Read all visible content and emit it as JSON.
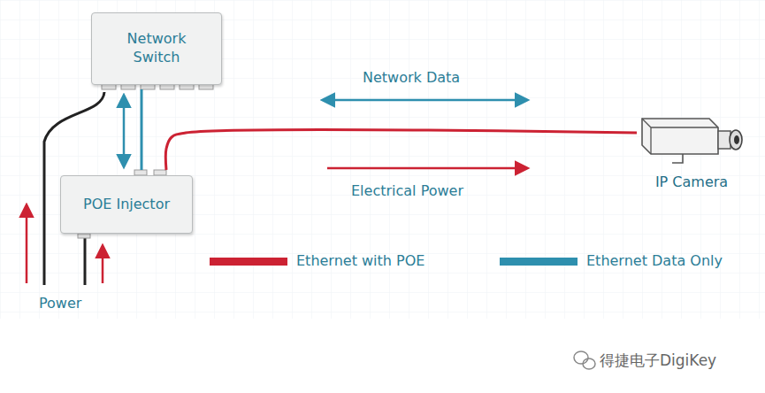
{
  "diagram": {
    "nodes": [
      {
        "text": [
          "Network Switch"
        ]
      },
      {
        "text": [
          "POE Injector"
        ]
      },
      {
        "text": [
          "IP Camera"
        ]
      }
    ],
    "edges": [
      {
        "from": 0,
        "to": 1,
        "arrow": "none"
      },
      {
        "from": 1,
        "to": 2,
        "arrow": "none"
      }
    ],
    "labels": [
      "Network Data",
      "Electrical Power",
      "Power",
      "得捷电子DigiKey"
    ],
    "legend": [
      {
        "text": "Ethernet with POE",
        "color": "#cc2233"
      },
      {
        "text": "Ethernet Data Only",
        "color": "#2e8fae"
      }
    ]
  }
}
